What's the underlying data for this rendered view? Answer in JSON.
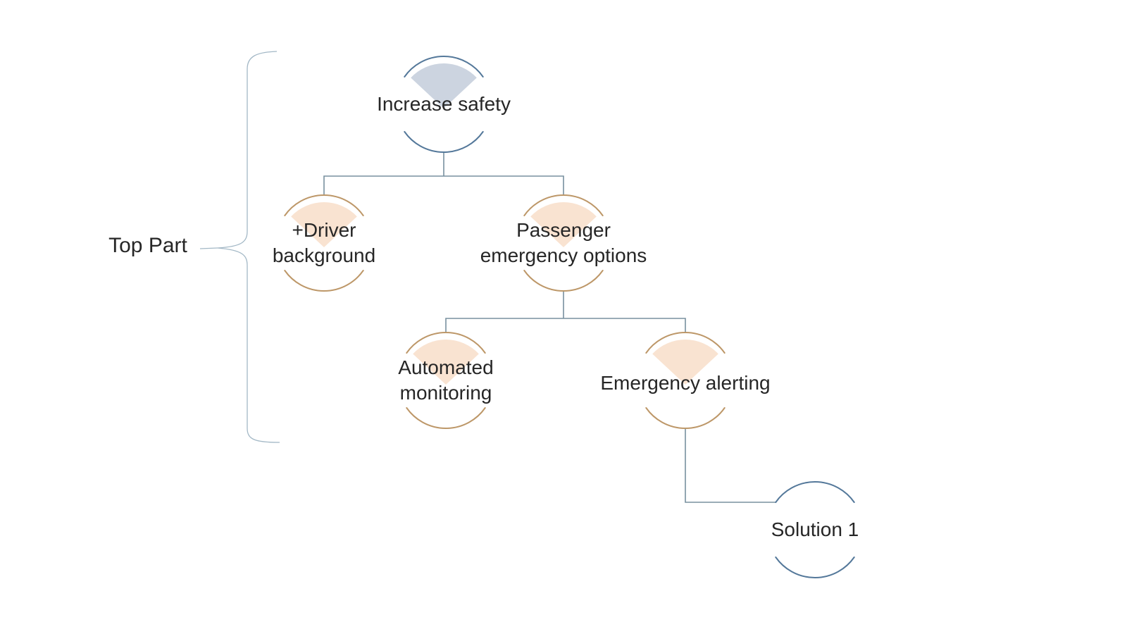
{
  "colors": {
    "root_arc": "#54789a",
    "root_fan_fill": "#ccd4e0",
    "child_arc": "#bd9768",
    "child_fan_fill": "#f9e3d1",
    "solution_arc": "#54789a",
    "connector": "#78909f",
    "brace": "#a3b8c6",
    "text": "#262626",
    "background": "#ffffff"
  },
  "annotation": {
    "label": "Top Part"
  },
  "nodes": [
    {
      "id": "increase-safety",
      "level": "root",
      "lines": [
        "Increase safety"
      ]
    },
    {
      "id": "driver-background",
      "level": "child",
      "lines": [
        "+Driver",
        "background"
      ]
    },
    {
      "id": "passenger-emergency-options",
      "level": "child",
      "lines": [
        "Passenger",
        "emergency options"
      ]
    },
    {
      "id": "automated-monitoring",
      "level": "child",
      "lines": [
        "Automated",
        "monitoring"
      ]
    },
    {
      "id": "emergency-alerting",
      "level": "child",
      "lines": [
        "Emergency alerting"
      ]
    },
    {
      "id": "solution-1",
      "level": "solution",
      "lines": [
        "Solution 1"
      ]
    }
  ],
  "edges": [
    {
      "from": "increase-safety",
      "to": "driver-background"
    },
    {
      "from": "increase-safety",
      "to": "passenger-emergency-options"
    },
    {
      "from": "passenger-emergency-options",
      "to": "automated-monitoring"
    },
    {
      "from": "passenger-emergency-options",
      "to": "emergency-alerting"
    },
    {
      "from": "emergency-alerting",
      "to": "solution-1"
    }
  ]
}
